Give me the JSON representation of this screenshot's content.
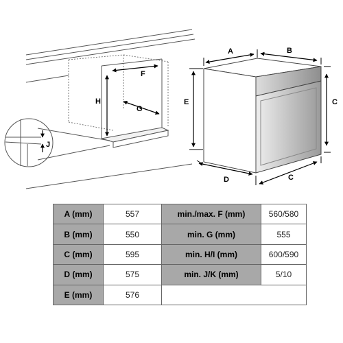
{
  "diagram": {
    "labels": {
      "A": "A",
      "B": "B",
      "C_right": "C",
      "C_bottom": "C",
      "D": "D",
      "E": "E",
      "F": "F",
      "G": "G",
      "H": "H",
      "J": "J"
    }
  },
  "table": {
    "rows": [
      {
        "label1": "A (mm)",
        "value1": "557",
        "label2": "min./max. F (mm)",
        "value2": "560/580"
      },
      {
        "label1": "B (mm)",
        "value1": "550",
        "label2": "min. G (mm)",
        "value2": "555"
      },
      {
        "label1": "C (mm)",
        "value1": "595",
        "label2": "min. H/I (mm)",
        "value2": "600/590"
      },
      {
        "label1": "D (mm)",
        "value1": "575",
        "label2": "min. J/K (mm)",
        "value2": "5/10"
      },
      {
        "label1": "E (mm)",
        "value1": "576",
        "label2": "",
        "value2": ""
      }
    ]
  },
  "colors": {
    "header_cell": "#a8a8a8",
    "oven_panel": "#b8b8b8"
  }
}
